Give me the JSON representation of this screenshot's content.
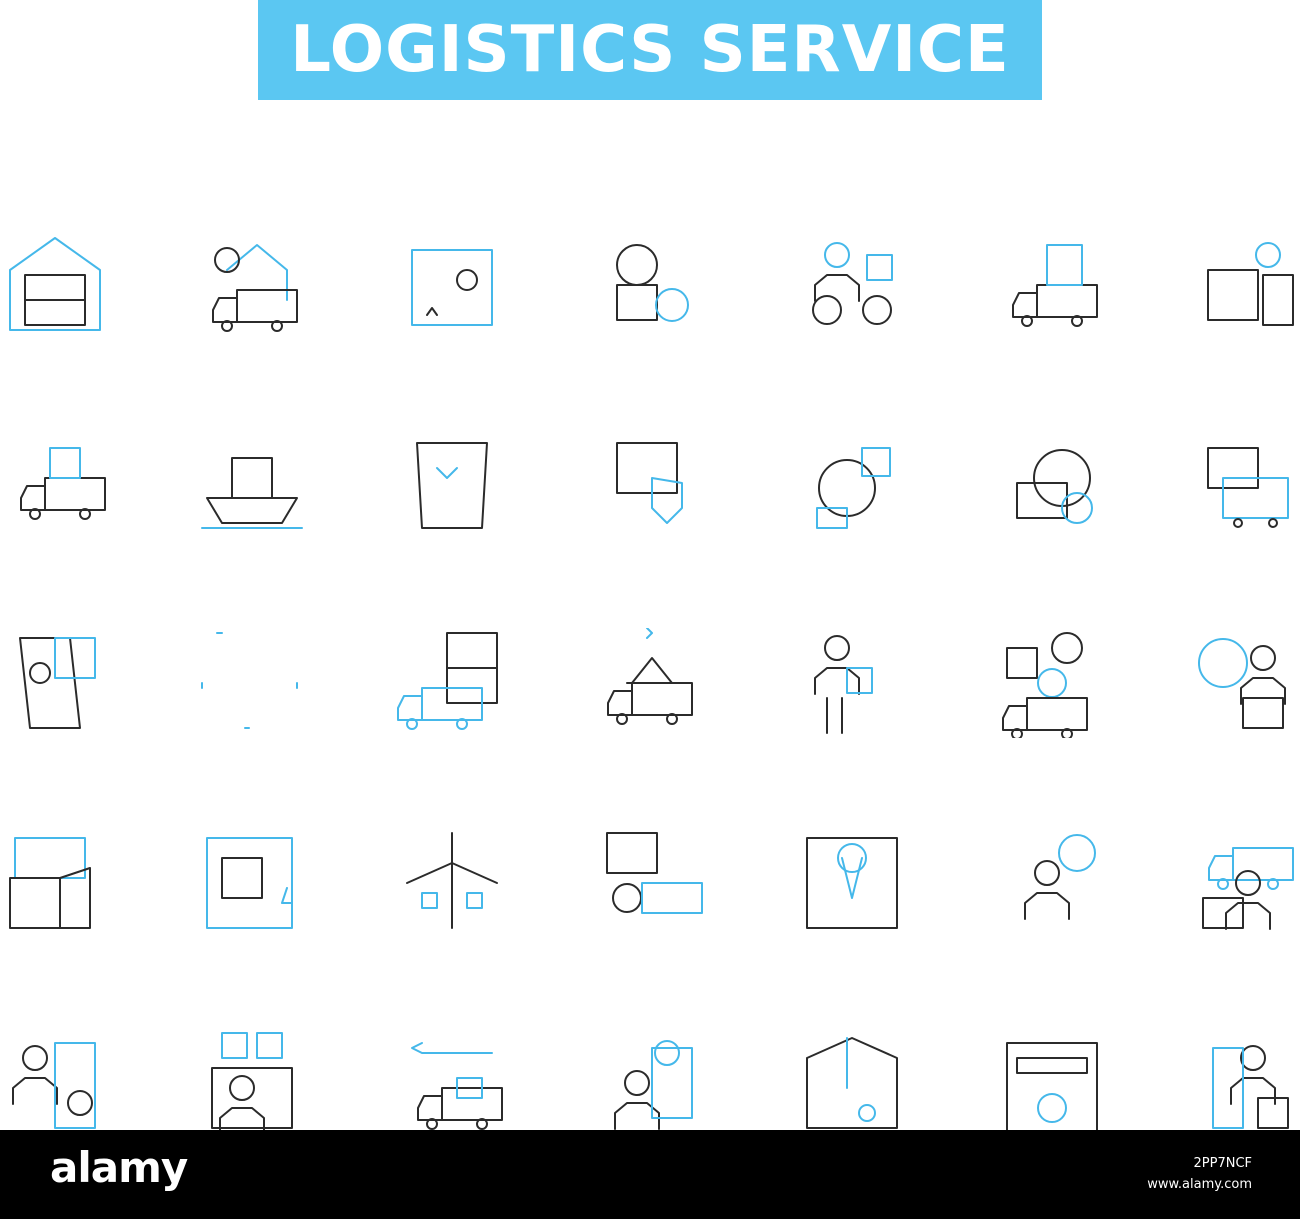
{
  "header": {
    "title": "LOGISTICS SERVICE",
    "accent": "#5bc7f2"
  },
  "icon_colors": {
    "dark": "#2b2b2b",
    "blue": "#45b8ea"
  },
  "icons": [
    [
      "warehouse-icon",
      "delivery-time-icon",
      "fragile-package-icon",
      "global-shipping-icon",
      "bike-courier-icon",
      "shipping-cost-truck-icon",
      "shipping-calculator-icon"
    ],
    [
      "loaded-truck-icon",
      "cargo-ship-icon",
      "gift-bag-icon",
      "package-protection-icon",
      "24h-delivery-icon",
      "global-tracking-icon",
      "freight-train-icon"
    ],
    [
      "invoice-icon",
      "loading-placeholder-icon",
      "box-delivery-truck-icon",
      "food-delivery-icon",
      "courier-with-box-icon",
      "logistics-network-icon",
      "flight-agent-icon"
    ],
    [
      "bubble-wrap-box-icon",
      "online-order-icon",
      "air-cargo-icon",
      "barcode-scan-icon",
      "route-map-icon",
      "customer-support-icon",
      "delivery-driver-icon"
    ],
    [
      "delivery-schedule-icon",
      "damaged-package-icon",
      "return-truck-icon",
      "location-courier-icon",
      "fragile-box-icon",
      "delivery-calendar-icon",
      "signature-courier-icon"
    ]
  ],
  "footer": {
    "logo": "alamy",
    "image_id": "2PP7NCF",
    "site": "www.alamy.com"
  }
}
